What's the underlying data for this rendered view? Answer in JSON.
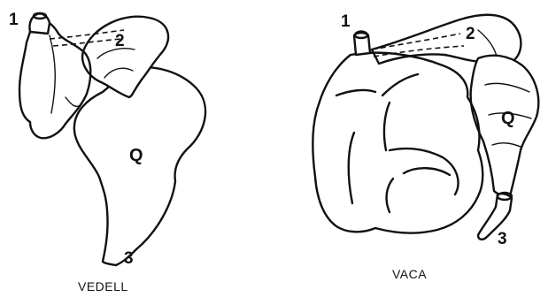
{
  "calf": {
    "caption": "VEDELL",
    "labels": {
      "esophagus": "1",
      "omasum": "2",
      "pylorus": "3",
      "abomasum": "Q"
    }
  },
  "cow": {
    "caption": "VACA",
    "labels": {
      "esophagus": "1",
      "omasum": "2",
      "pylorus": "3",
      "abomasum": "Q"
    }
  }
}
